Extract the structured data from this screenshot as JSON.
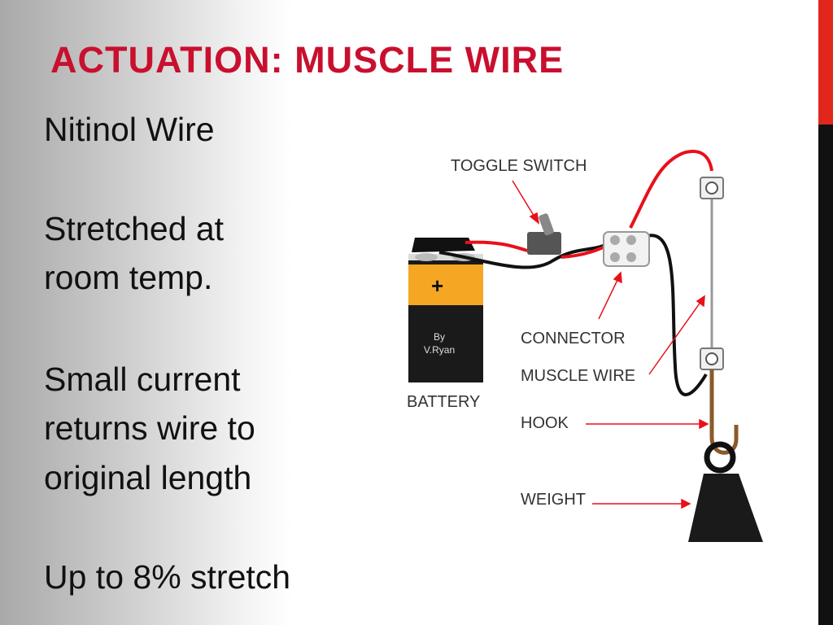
{
  "slide": {
    "title": "ACTUATION: MUSCLE WIRE",
    "bullets": [
      "Nitinol Wire",
      "Stretched at",
      "room temp.",
      "Small current",
      "returns wire to",
      "original length",
      "Up to 8% stretch"
    ]
  },
  "diagram": {
    "labels": {
      "toggle_switch": "TOGGLE SWITCH",
      "connector": "CONNECTOR",
      "muscle_wire": "MUSCLE WIRE",
      "battery": "BATTERY",
      "hook": "HOOK",
      "weight": "WEIGHT",
      "battery_credit_1": "By",
      "battery_credit_2": "V.Ryan",
      "battery_plus": "+"
    }
  },
  "colors": {
    "title": "#c8102e",
    "accent_red": "#e1261c",
    "accent_black": "#111111",
    "wire_red": "#e8101a",
    "battery_orange": "#f5a623"
  }
}
